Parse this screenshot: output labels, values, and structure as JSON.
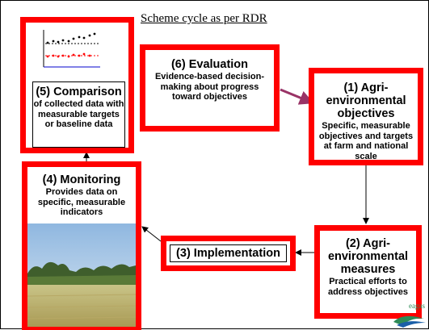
{
  "title": "Scheme cycle as per RDR",
  "boxes": {
    "comparison": {
      "heading": "(5) Comparison",
      "body": "of collected data with measurable targets or baseline data"
    },
    "evaluation": {
      "heading": "(6) Evaluation",
      "body": "Evidence-based decision-making about  progress toward objectives"
    },
    "objectives": {
      "heading": "(1) Agri-environmental objectives",
      "body": "Specific, measurable objectives and targets at farm and national scale"
    },
    "monitoring": {
      "heading": "(4) Monitoring",
      "body": "Provides data on specific, measurable indicators"
    },
    "implementation": {
      "heading": "(3) Implementation"
    },
    "measures": {
      "heading": "(2) Agri-environmental measures",
      "body": "Practical efforts to address objectives"
    }
  },
  "logo": {
    "text": "eagas"
  },
  "colors": {
    "box_border": "#ff0000",
    "evaluation_arrow": "#993366",
    "logo_green": "#2e8b57",
    "logo_blue": "#1a5fa8"
  }
}
